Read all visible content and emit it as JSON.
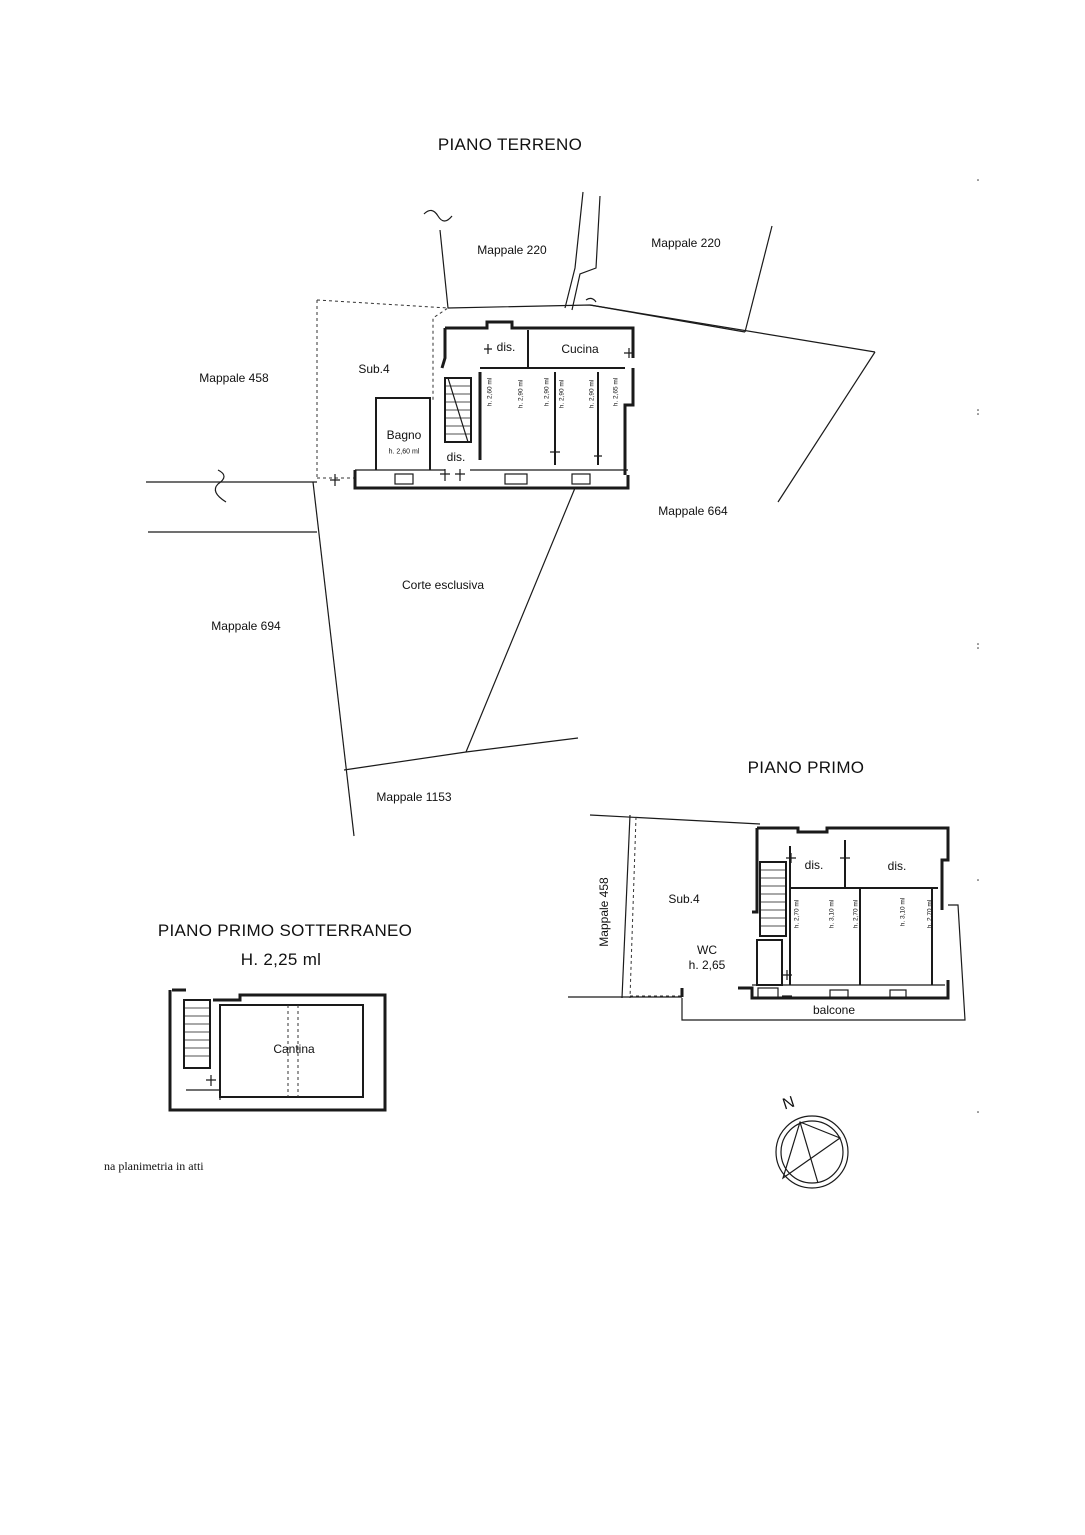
{
  "titles": {
    "ground": "PIANO TERRENO",
    "first": "PIANO PRIMO",
    "basement": "PIANO PRIMO SOTTERRANEO",
    "basement_height": "H. 2,25 ml"
  },
  "ground_floor": {
    "parcels": [
      "Mappale 220",
      "Mappale 220",
      "Mappale 458",
      "Mappale 664",
      "Mappale 694",
      "Mappale 1153"
    ],
    "rooms": {
      "dis_top": "dis.",
      "cucina": "Cucina",
      "sub4": "Sub.4",
      "bagno": "Bagno",
      "bagno_h": "h. 2,60 ml",
      "dis_bottom": "dis.",
      "corte": "Corte esclusiva"
    },
    "heights": [
      "h. 2,60 ml",
      "h. 2,90 ml",
      "h. 2,90 ml",
      "h. 2,90 ml",
      "h. 2,90 ml",
      "h. 2,65 ml"
    ]
  },
  "first_floor": {
    "parcel": "Mappale 458",
    "rooms": {
      "sub4": "Sub.4",
      "wc": "WC",
      "wc_h": "h. 2,65",
      "dis1": "dis.",
      "dis2": "dis.",
      "balcone": "balcone"
    },
    "heights": [
      "h. 2,70 ml",
      "h. 3,10 ml",
      "h. 2,70 ml",
      "h. 3,10 ml",
      "h. 2,70 ml"
    ]
  },
  "basement": {
    "room": "Cantina"
  },
  "north": "N",
  "footer_note": "na planimetria in atti"
}
